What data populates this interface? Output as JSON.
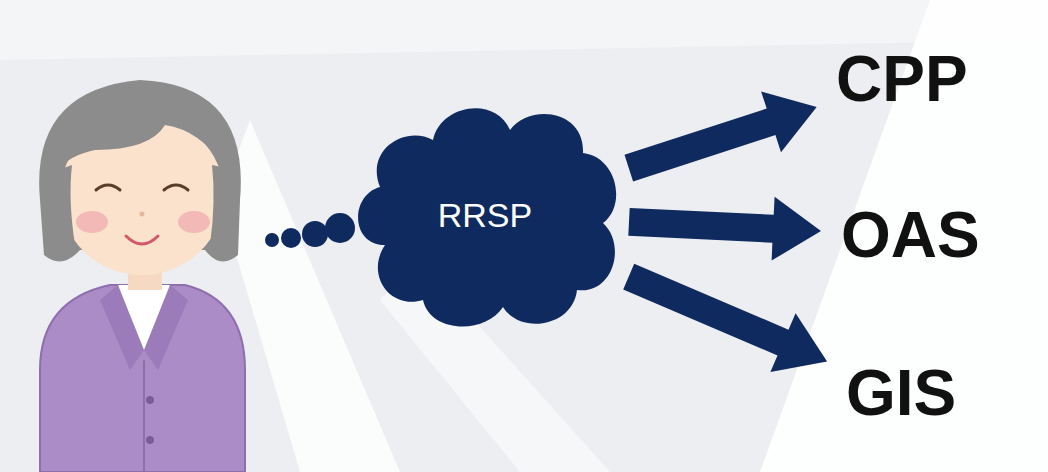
{
  "diagram": {
    "nodes": [
      {
        "text": [
          "RRSP"
        ]
      },
      {
        "text": [
          "CPP"
        ]
      },
      {
        "text": [
          "OAS"
        ]
      },
      {
        "text": [
          "GIS"
        ]
      }
    ],
    "edges": [
      {
        "from": 0,
        "to": 1,
        "arrow": "to"
      },
      {
        "from": 0,
        "to": 2,
        "arrow": "to"
      },
      {
        "from": 0,
        "to": 3,
        "arrow": "to"
      }
    ]
  }
}
